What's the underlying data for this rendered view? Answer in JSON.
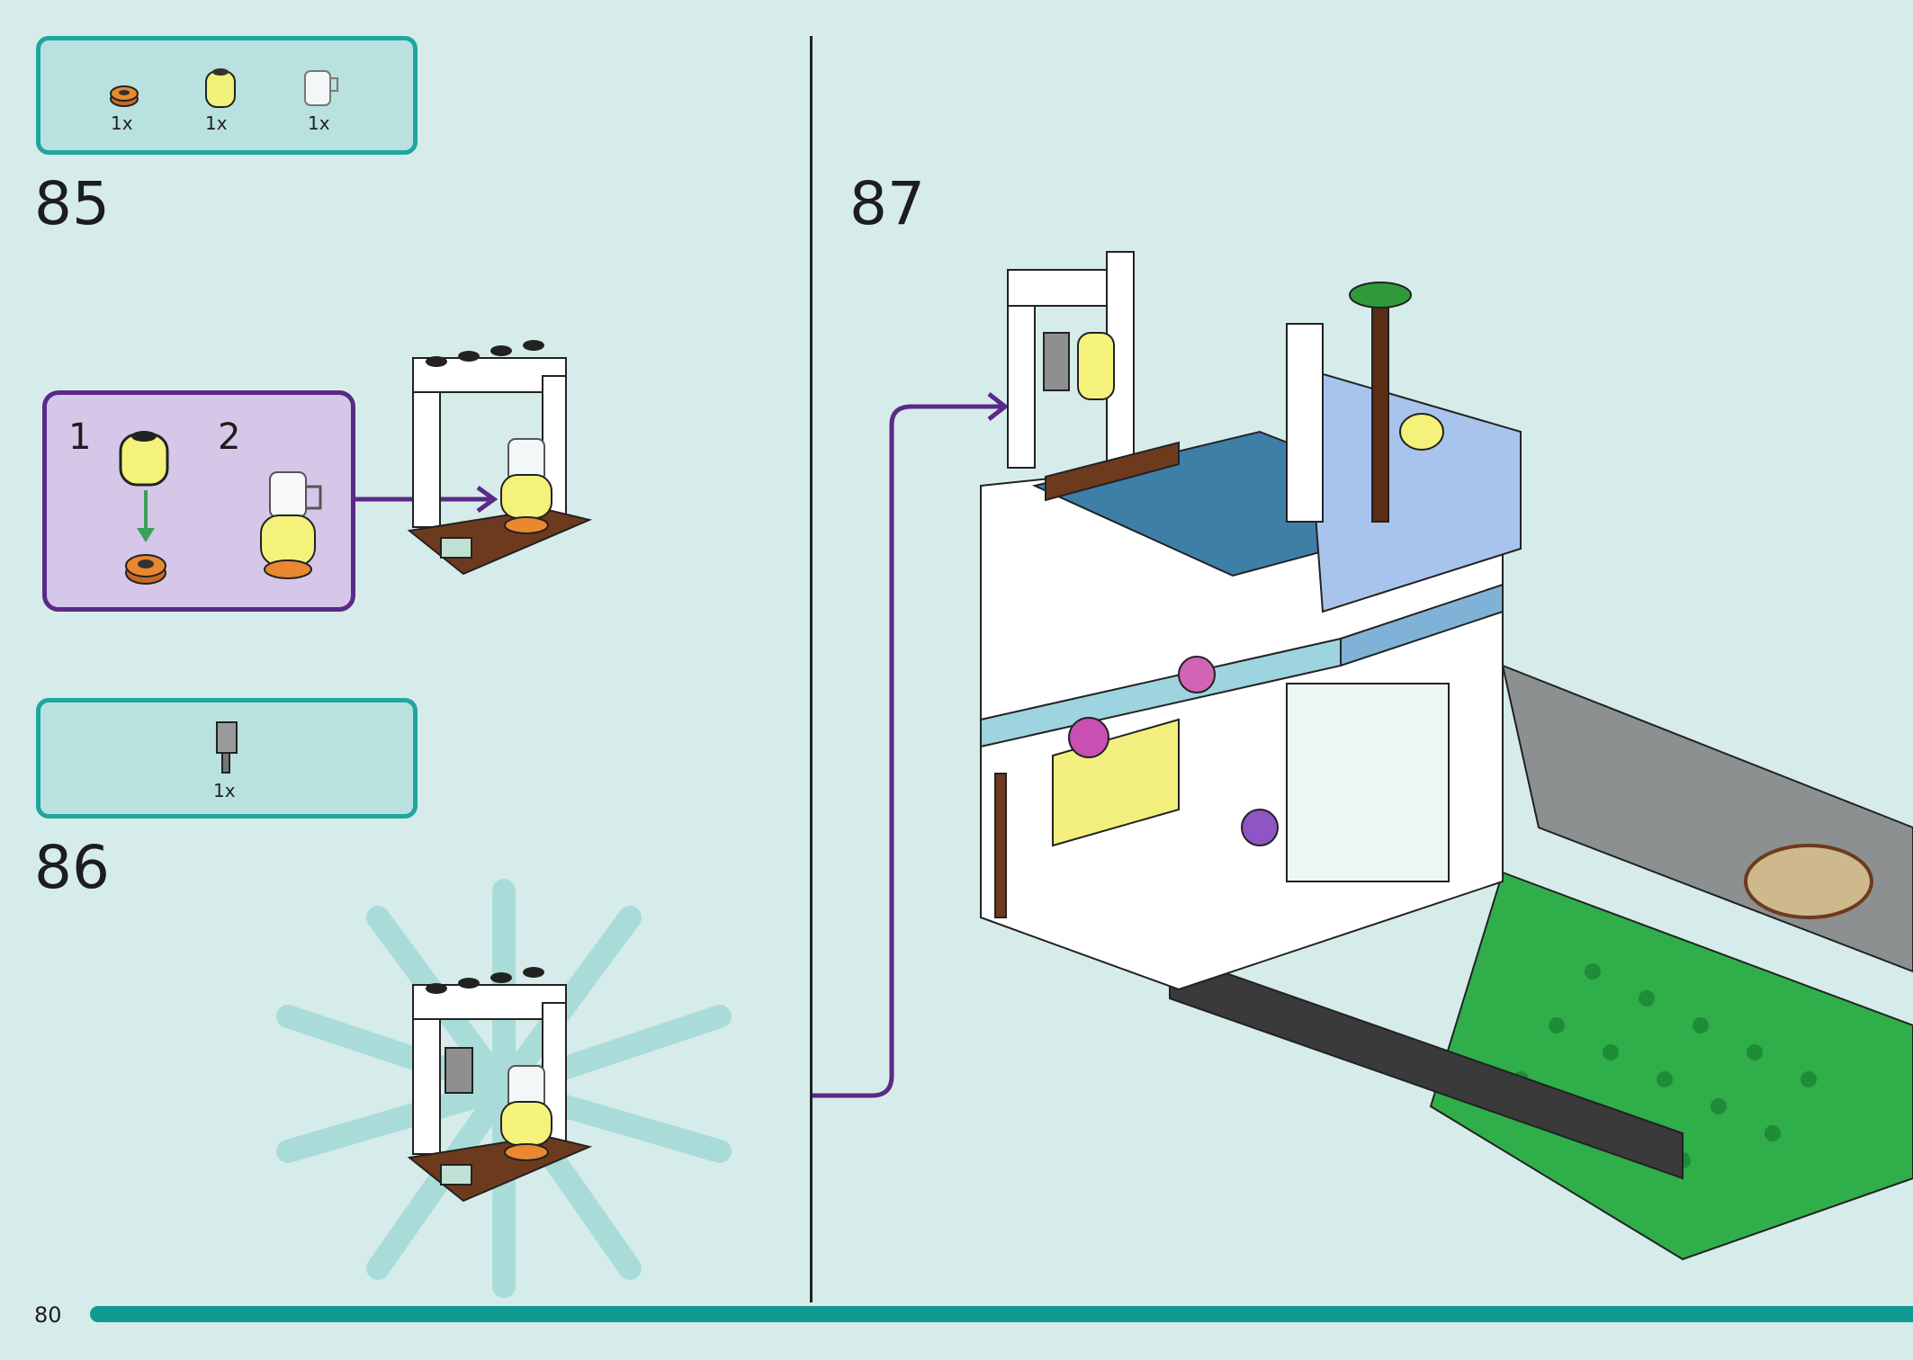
{
  "page": {
    "number": "80"
  },
  "colors": {
    "teal_accent": "#1fa69d",
    "purple_accent": "#5a2a86",
    "background": "#d6ecea"
  },
  "steps": [
    {
      "number": "85",
      "parts": [
        {
          "icon": "orange-round-plate-icon",
          "qty": "1x"
        },
        {
          "icon": "yellow-lamp-shade-icon",
          "qty": "1x"
        },
        {
          "icon": "transparent-mug-icon",
          "qty": "1x"
        }
      ],
      "substeps": [
        "1",
        "2"
      ]
    },
    {
      "number": "86",
      "parts": [
        {
          "icon": "cleaver-icon",
          "qty": "1x"
        }
      ]
    },
    {
      "number": "87"
    }
  ]
}
